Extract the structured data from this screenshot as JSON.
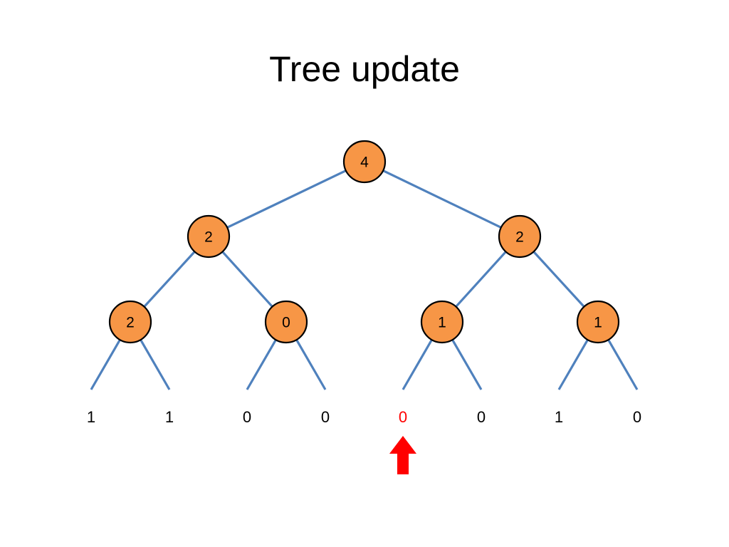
{
  "slide": {
    "title": "Tree update"
  },
  "tree": {
    "root": "4",
    "level1": [
      "2",
      "2"
    ],
    "level2": [
      "2",
      "0",
      "1",
      "1"
    ],
    "leaves": [
      "1",
      "1",
      "0",
      "0",
      "0",
      "0",
      "1",
      "0"
    ],
    "highlighted_leaf_index": 4
  },
  "colors": {
    "node_fill": "#F79646",
    "node_stroke": "#000000",
    "edge": "#4F81BD",
    "leaf_text": "#000000",
    "highlight": "#FF0000"
  },
  "icons": {
    "marker": "up-arrow-icon"
  }
}
